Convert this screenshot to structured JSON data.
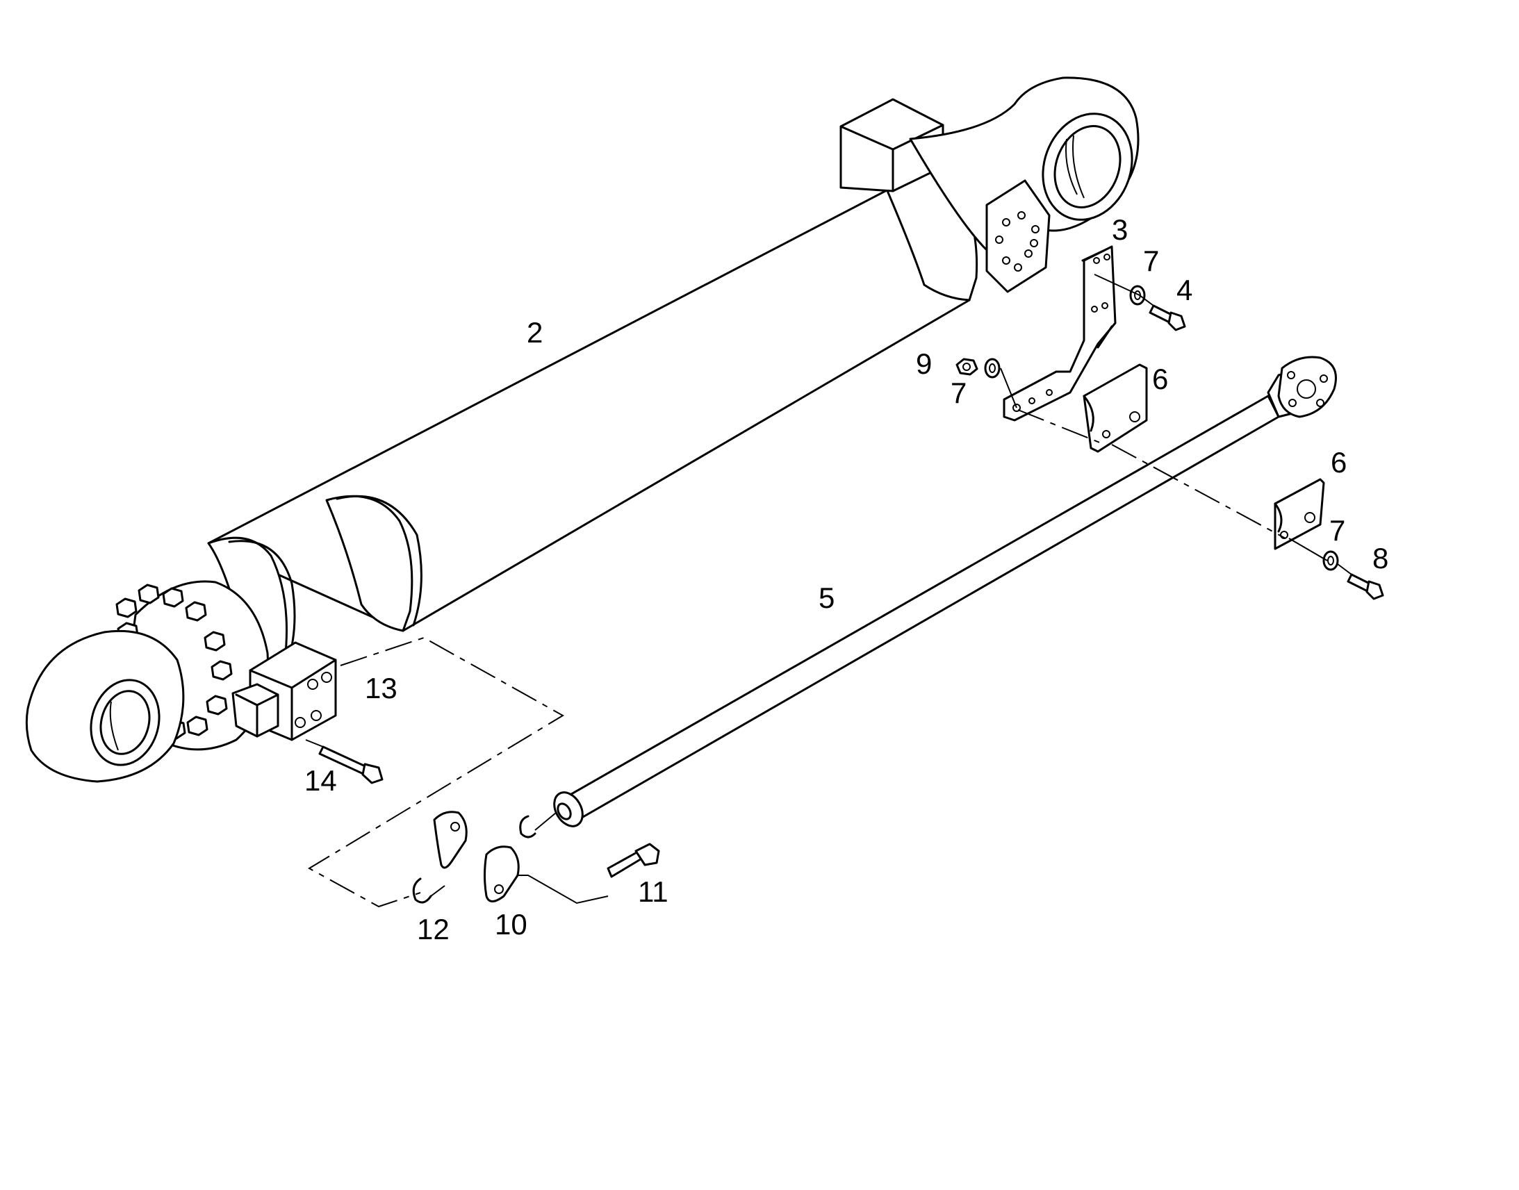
{
  "diagram": {
    "labels": {
      "l2": "2",
      "l3": "3",
      "l4": "4",
      "l5": "5",
      "l6a": "6",
      "l6b": "6",
      "l7a": "7",
      "l7b": "7",
      "l7c": "7",
      "l8": "8",
      "l9": "9",
      "l10": "10",
      "l11": "11",
      "l12": "12",
      "l13": "13",
      "l14": "14"
    }
  }
}
